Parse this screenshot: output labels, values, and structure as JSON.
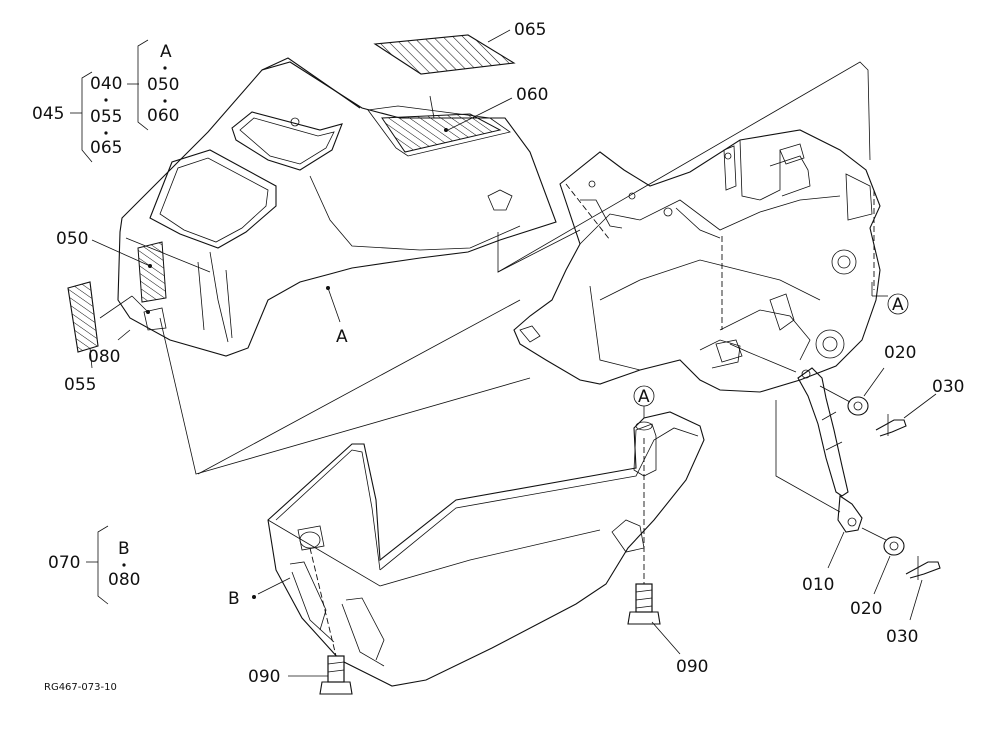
{
  "callouts": {
    "p065": "065",
    "p060": "060",
    "p050": "050",
    "p055": "055",
    "p080": "080",
    "pA_cover": "A",
    "pA_circle_right": "A",
    "pA_circle_bottom": "A",
    "p020_top": "020",
    "p030_top": "030",
    "p010": "010",
    "p020_bottom": "020",
    "p030_bottom": "030",
    "pB_cover": "B",
    "p090_left": "090",
    "p090_right": "090"
  },
  "legend_045": {
    "assembly": "045",
    "col1": [
      "040",
      "055",
      "065"
    ],
    "col2_header": "A",
    "col2": [
      "050",
      "060"
    ]
  },
  "legend_070": {
    "assembly": "070",
    "header": "B",
    "items": [
      "080"
    ]
  },
  "drawing_code": "RG467-073-10"
}
